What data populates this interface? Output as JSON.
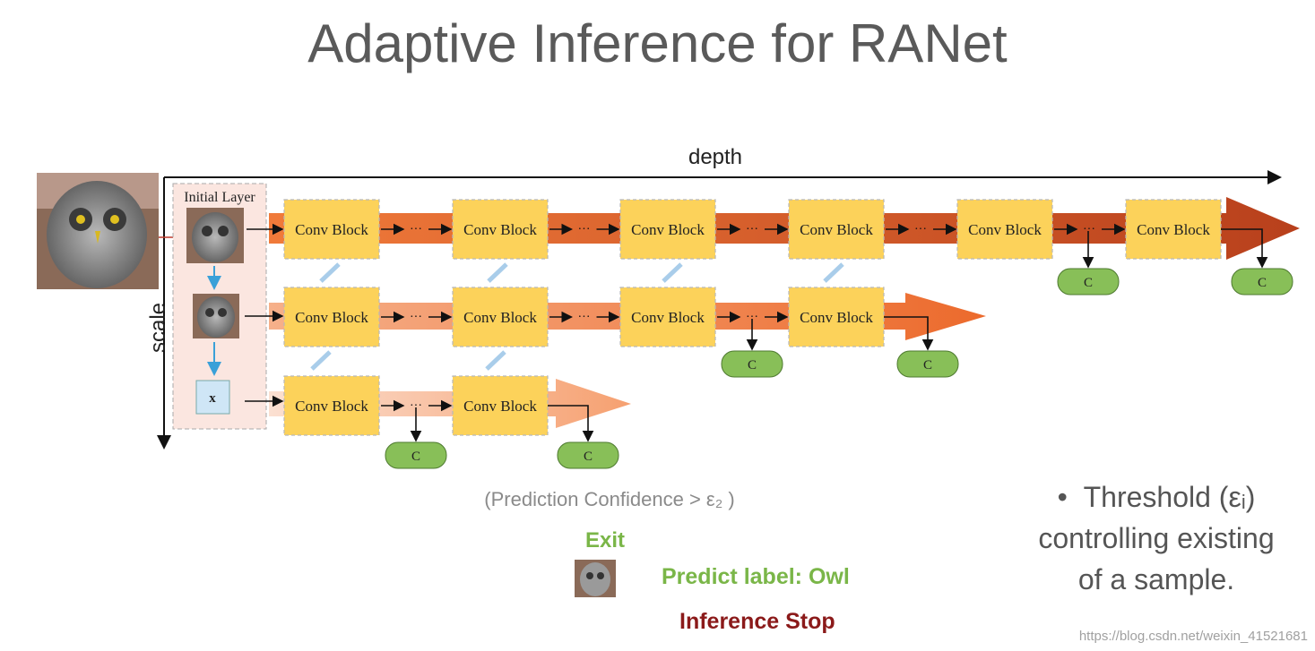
{
  "title": "Adaptive Inference for RANet",
  "axes": {
    "depth": "depth",
    "scale": "scale"
  },
  "initial_layer_label": "Initial Layer",
  "x_symbol": "x",
  "block_label": "Conv Block",
  "ellipsis": "···",
  "classifier_label": "C",
  "prediction_confidence": "(Prediction Confidence > ε₂ )",
  "exit_label": "Exit",
  "predict_label": "Predict label: Owl",
  "inference_stop": "Inference Stop",
  "threshold_note": {
    "bullet": "•",
    "line1": "Threshold (εᵢ)",
    "line2": "controlling existing",
    "line3": "of a sample."
  },
  "watermark": "https://blog.csdn.net/weixin_41521681",
  "colors": {
    "row1_arrow": "#c4471c",
    "row2_arrow": "#ef7a3c",
    "row3_arrow": "#f6b08a",
    "block_fill": "#fcd25a",
    "classifier_fill": "#88bf58",
    "exit_green": "#7ab648",
    "stop_red": "#8b1a1a"
  }
}
